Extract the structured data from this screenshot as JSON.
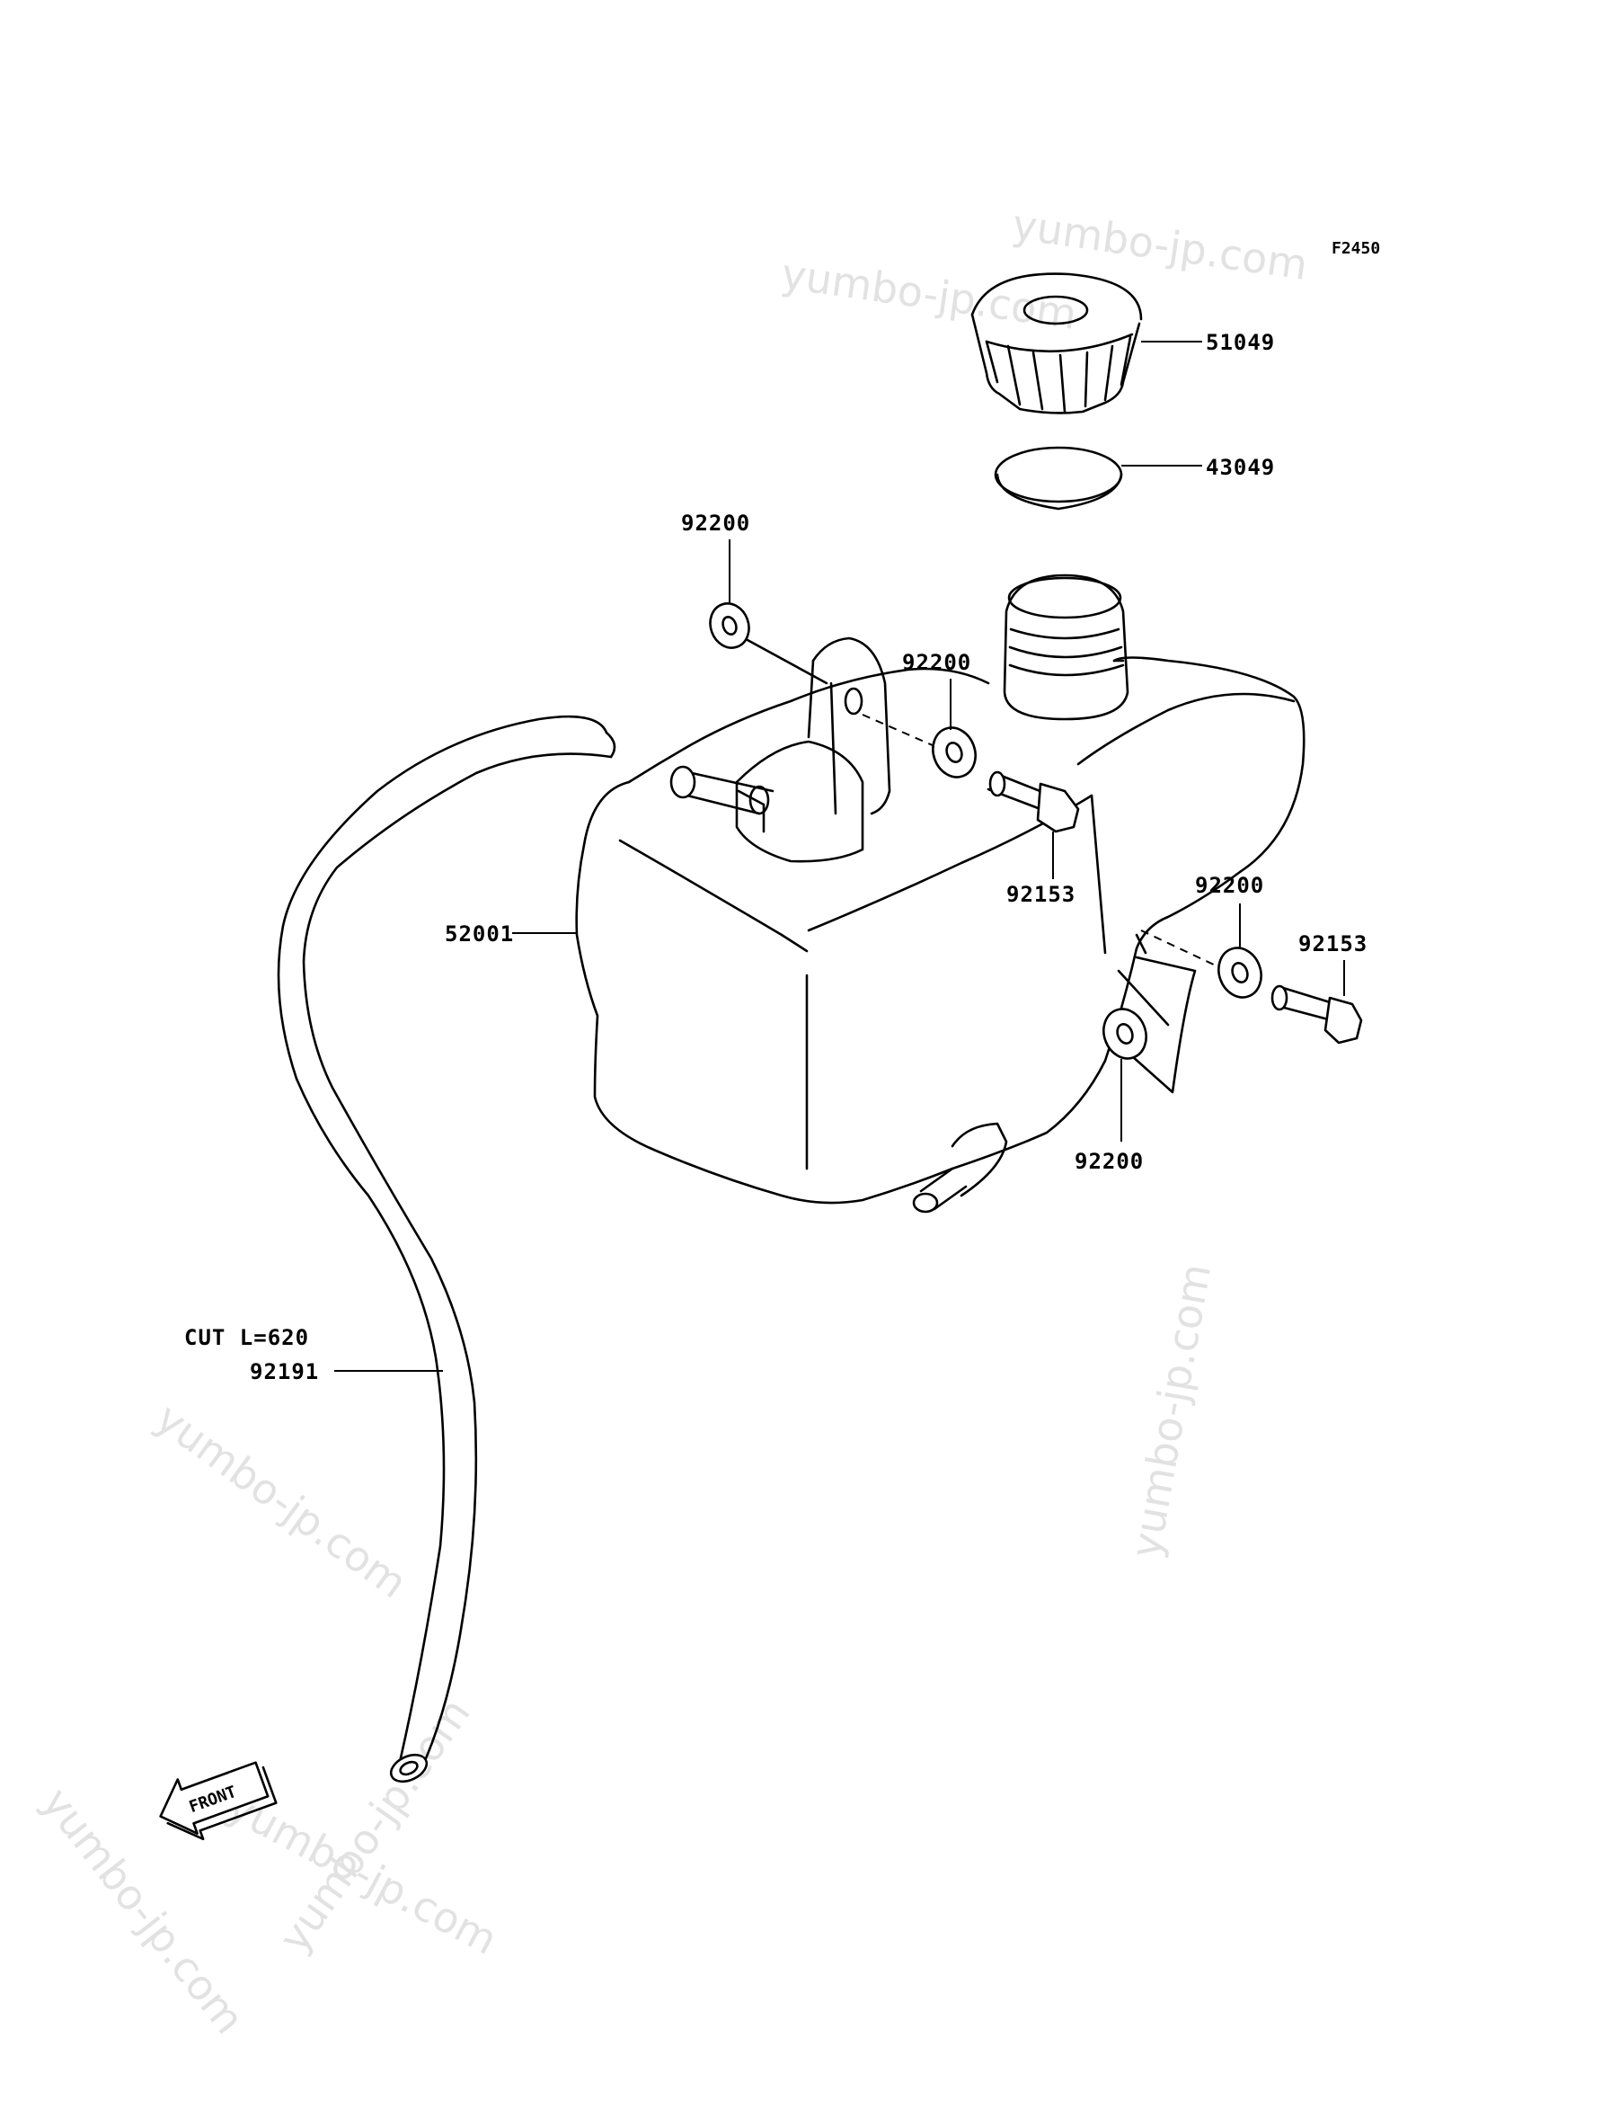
{
  "diagram": {
    "figure_code": "F2450",
    "watermark": "yumbo-jp.com",
    "front_arrow_label": "FRONT",
    "parts": {
      "cap": "51049",
      "cap_gasket": "43049",
      "tank": "52001",
      "washer_top_left": "92200",
      "washer_top_mid": "92200",
      "washer_right": "92200",
      "washer_lower": "92200",
      "bolt_top": "92153",
      "bolt_right": "92153",
      "hose": "92191"
    },
    "hose_note": "CUT L=620"
  }
}
